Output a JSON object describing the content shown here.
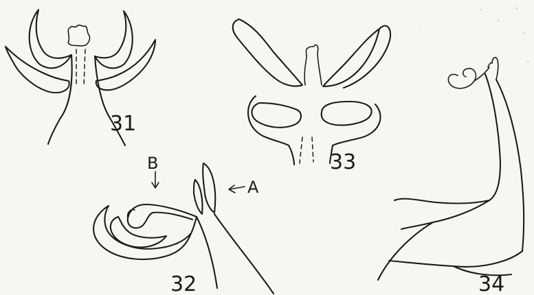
{
  "figures": [
    {
      "id": "fig31",
      "number": "31"
    },
    {
      "id": "fig32",
      "number": "32",
      "annotations": [
        {
          "id": "A",
          "text": "A"
        },
        {
          "id": "B",
          "text": "B"
        }
      ]
    },
    {
      "id": "fig33",
      "number": "33"
    },
    {
      "id": "fig34",
      "number": "34"
    }
  ],
  "colors": {
    "ink": "#1b1b1b",
    "paper": "#f7f6f2"
  }
}
